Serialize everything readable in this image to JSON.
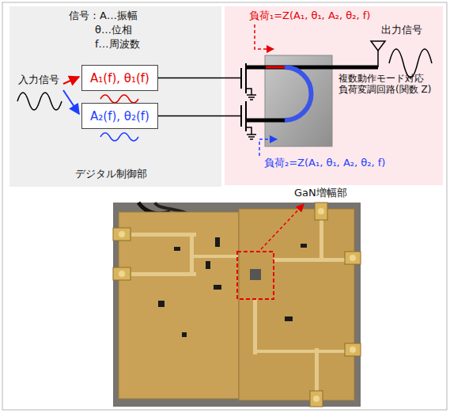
{
  "diagram": {
    "nodes": [
      {
        "text": [
          "信号：A…振幅",
          "θ…位相",
          "f…周波数",
          "入力信号",
          "デジタル制御部"
        ]
      },
      {
        "text": [
          "A₁(f), θ₁(f)"
        ],
        "in": 0
      },
      {
        "text": [
          "A₂(f), θ₂(f)"
        ],
        "in": 0
      },
      {
        "text": [
          "負荷₁=Z(A₁, θ₁, A₂, θ₂, f)",
          "出力信号",
          "複数動作モード対応 負荷変調回路(関数 Z)",
          "負荷₂=Z(A₁, θ₁, A₂, θ₂, f)"
        ]
      }
    ],
    "labels": [
      "GaN増幅部"
    ]
  }
}
